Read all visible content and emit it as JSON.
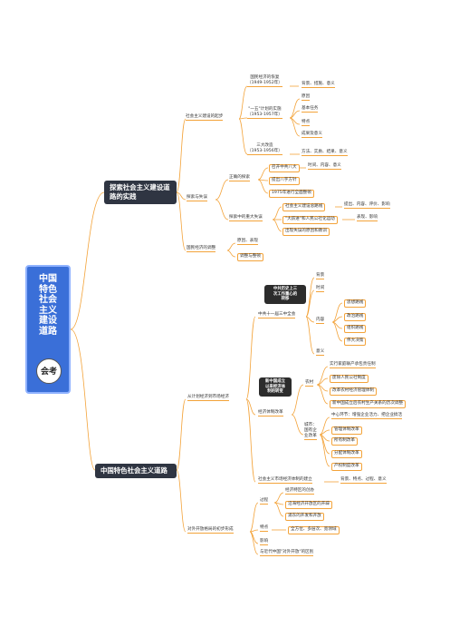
{
  "root": {
    "title": "中国\n特色\n社会\n主义\n建设\n道路",
    "stamp": "会考"
  },
  "sections": {
    "explore": "探索社会主义建设道\n路的实践",
    "road": "中国特色社会主义道路"
  },
  "notes": {
    "third_plenum": "中共历史上三\n次工作重心的\n转移",
    "econ_reform": "新中国成立\n以来经济体\n制的转变"
  },
  "explore_branch": {
    "soc_construction": "社会主义建设的起步",
    "recovery": "国民经济的恢复\n（1949-1952年）",
    "recovery_detail": "背景、措施、意义",
    "five_year_plan": "\"一五\"计划的实施\n（1953-1957年）",
    "fyp_items": [
      "原因",
      "基本任务",
      "特点",
      "成果及意义"
    ],
    "three_reforms": "三大改造\n（1953-1956年）",
    "three_reforms_detail": "方法、实质、结果、意义",
    "exploration": "探索与失误",
    "correct": "正确的探索",
    "correct_items": [
      "召开中共八大",
      "提出八字方针",
      "1975年进行全面整顿"
    ],
    "eighth_congress_detail": "时间、内容、意义",
    "mistakes": "探索中的重大失误",
    "mistake_items": [
      "社会主义建设总路线",
      "\"大跃进\"和人民公社化运动",
      "出现失误的原因和教训"
    ],
    "mistake_detail_1": "提出、内容、评价、影响",
    "mistake_detail_2": "表现、影响",
    "reason_law": "国民经济的调整",
    "reason_items": [
      "原因、表现",
      "调整与整顿"
    ]
  },
  "road_branch": {
    "planned_to_market": "从计划经济到市场经济",
    "third_plenum": "中共十一届三中全会",
    "plenum_items": [
      "背景",
      "时间",
      "内容",
      "意义"
    ],
    "content_items": [
      "思想路线",
      "政治路线",
      "组织路线",
      "伟大决策"
    ],
    "reform": "经济体制改革",
    "rural": "农村",
    "rural_items": [
      "实行家庭联产承包责任制",
      "废除人民公社制度",
      "改革农村经济管理体制",
      "新中国成立后农村生产关系的历次调整"
    ],
    "city": "城市：\n国有企\n业改革",
    "city_items": [
      "中心环节：增强企业活力、把企业搞活",
      "管理体制改革",
      "所有制改革",
      "分配体制改革",
      "产权制度改革"
    ],
    "market_economy": "社会主义市场经济体制的建立",
    "market_detail": "背景、特点、过程、意义",
    "opening": "对外开放格局的初步形成",
    "open_process": "过程",
    "open_process_items": [
      "经济特区的创办",
      "沿海经济开放区的开辟",
      "浦东的开发和开放"
    ],
    "open_features": "特点",
    "open_features_detail": "全方位、多层次、宽领域",
    "open_impact": "影响",
    "open_compare": "与近代中国\"对外开放\"的区别"
  }
}
